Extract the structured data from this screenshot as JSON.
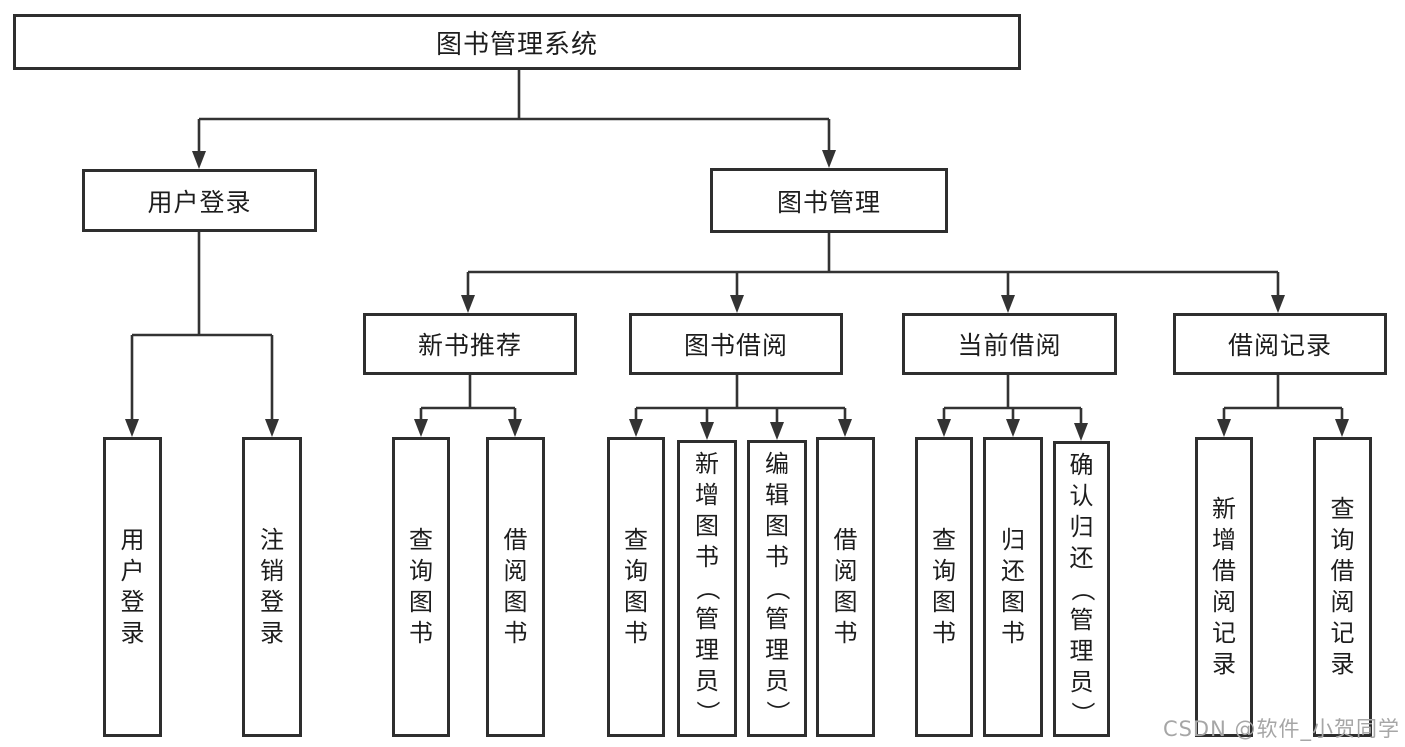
{
  "tree": {
    "root": {
      "label": "图书管理系统"
    },
    "branches": [
      {
        "label": "用户登录",
        "leaves": [
          {
            "label": "用户登录"
          },
          {
            "label": "注销登录"
          }
        ]
      },
      {
        "label": "图书管理",
        "groups": [
          {
            "label": "新书推荐",
            "leaves": [
              {
                "label": "查询图书"
              },
              {
                "label": "借阅图书"
              }
            ]
          },
          {
            "label": "图书借阅",
            "leaves": [
              {
                "label": "查询图书"
              },
              {
                "label": "新增图书（管理员）"
              },
              {
                "label": "编辑图书（管理员）"
              },
              {
                "label": "借阅图书"
              }
            ]
          },
          {
            "label": "当前借阅",
            "leaves": [
              {
                "label": "查询图书"
              },
              {
                "label": "归还图书"
              },
              {
                "label": "确认归还（管理员）"
              }
            ]
          },
          {
            "label": "借阅记录",
            "leaves": [
              {
                "label": "新增借阅记录"
              },
              {
                "label": "查询借阅记录"
              }
            ]
          }
        ]
      }
    ]
  },
  "watermark": {
    "text": "CSDN @软件_小贺同学"
  },
  "style": {
    "line_color": "#333333",
    "box_border_color": "#2e2e2e",
    "text_color": "#1d1d1d",
    "watermark_color": "#a6a6a6",
    "background": "#ffffff"
  }
}
